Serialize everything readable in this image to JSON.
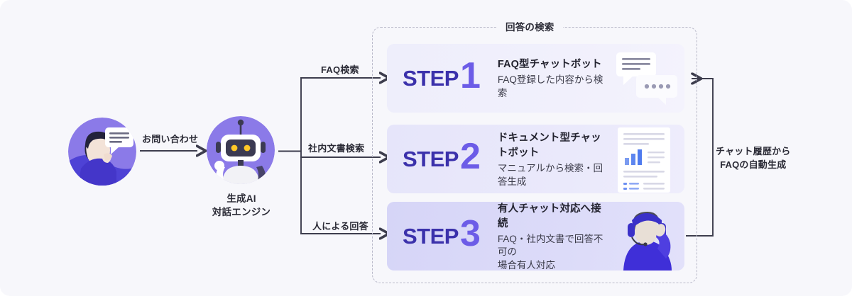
{
  "diagram": {
    "background_color": "#f7f7fb",
    "accent_color": "#6c5ce7",
    "step_word_color": "#3b31ab",
    "text_color": "#2b2b36"
  },
  "actors": {
    "user": {
      "icon": "person-chat-avatar-icon",
      "label": ""
    },
    "engine": {
      "icon": "robot-avatar-icon",
      "label_line1": "生成AI",
      "label_line2": "対話エンジン",
      "label": "生成AI\n対話エンジン"
    }
  },
  "edges": {
    "inquiry": "お問い合わせ",
    "faq_search": "FAQ検索",
    "internal_doc_search": "社内文書検索",
    "human_answer": "人による回答",
    "feedback": "チャット履歴から\nFAQの自動生成"
  },
  "group": {
    "title": "回答の検索"
  },
  "steps": [
    {
      "word": "STEP",
      "number": "1",
      "title": "FAQ型チャットボット",
      "desc": "FAQ登録した内容から検索",
      "art": "chat-bubbles-icon",
      "bg": "#eeeefb"
    },
    {
      "word": "STEP",
      "number": "2",
      "title": "ドキュメント型チャットボット",
      "desc": "マニュアルから検索・回答生成",
      "art": "document-chart-icon",
      "bg": "#e6e5fa"
    },
    {
      "word": "STEP",
      "number": "3",
      "title": "有人チャット対応へ接続",
      "desc": "FAQ・社内文書で回答不可の\n場合有人対応",
      "art": "headset-agent-icon",
      "bg": "#d6d5f7"
    }
  ]
}
